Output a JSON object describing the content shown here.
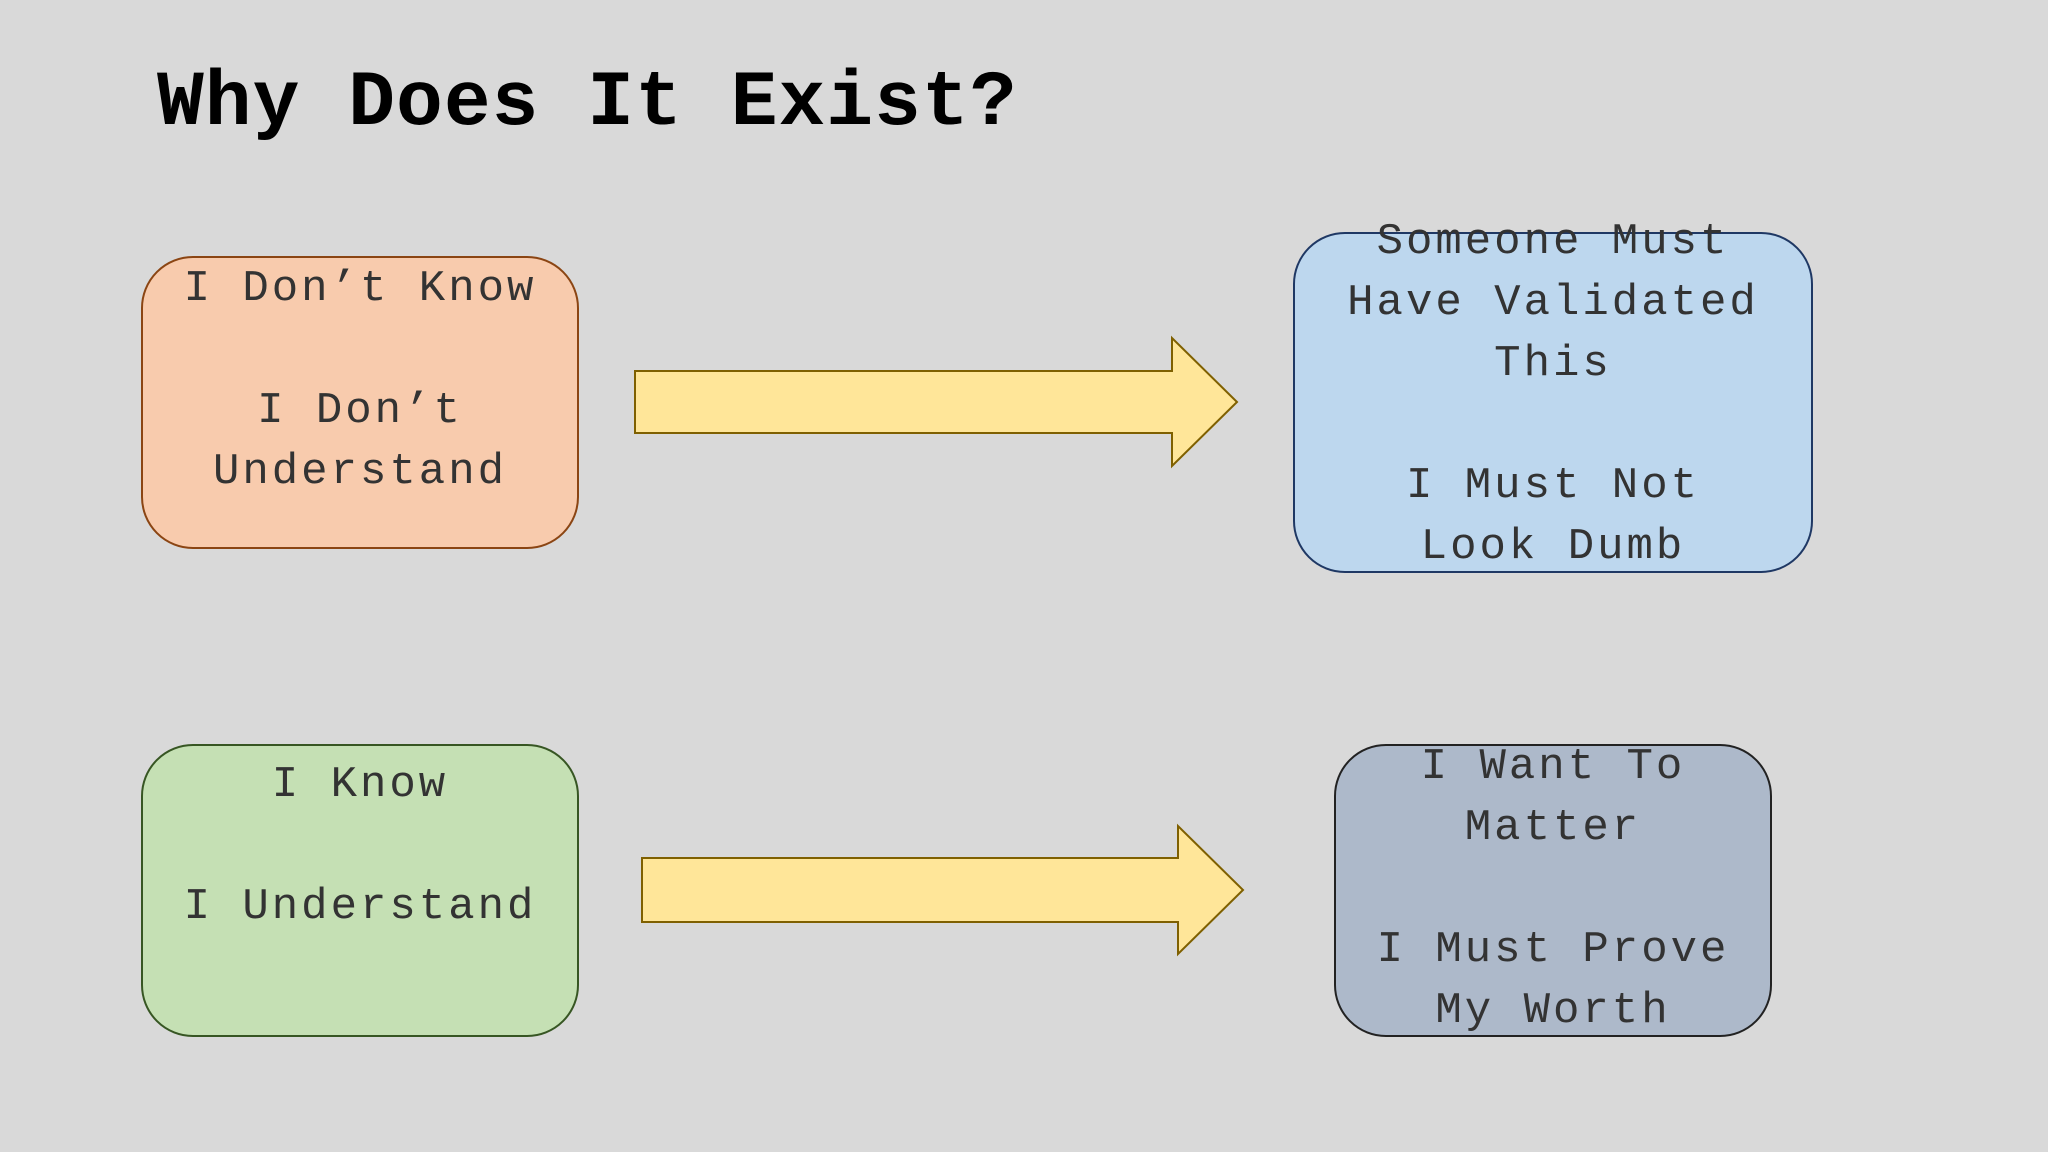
{
  "title": "Why Does It Exist?",
  "boxes": {
    "top_left": {
      "line1": "I Don’t Know",
      "line2": "I Don’t",
      "line3": "Understand"
    },
    "top_right": {
      "line1": "Someone Must",
      "line2": "Have Validated",
      "line3": "This",
      "line4": "I Must Not",
      "line5": "Look Dumb"
    },
    "bottom_left": {
      "line1": "I Know",
      "line2": "I Understand"
    },
    "bottom_right": {
      "line1": "I Want To",
      "line2": "Matter",
      "line3": "I Must Prove",
      "line4": "My Worth"
    }
  },
  "colors": {
    "background": "#d9d9d9",
    "orange_box": "#f8cbad",
    "green_box": "#c5e0b4",
    "blue_box": "#bdd7ee",
    "slate_box": "#adb9ca",
    "arrow_fill": "#ffe699",
    "arrow_stroke": "#7f6000"
  }
}
